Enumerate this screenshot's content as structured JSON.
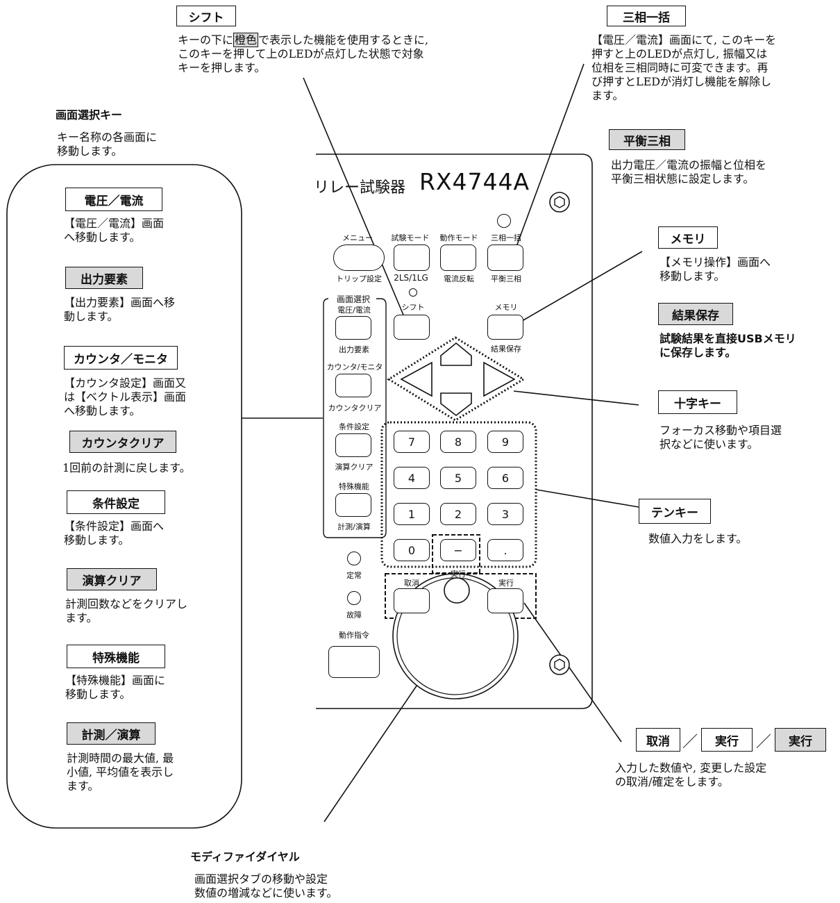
{
  "callouts": {
    "shift": {
      "title": "シフト",
      "desc_pre": "キーの下に",
      "desc_hl": "橙色",
      "desc_post": "で表示した機能を使用するときに,\nこのキーを押して上のLEDが点灯した状態で対象\nキーを押します。"
    },
    "sanso_ikkatsu": {
      "title": "三相一括",
      "desc": "【電圧／電流】画面にて, このキーを\n押すと上のLEDが点灯し, 振幅又は\n位相を三相同時に可変できます。再\nび押すとLEDが消灯し機能を解除し\nます。"
    },
    "heiko_sanso": {
      "title": "平衡三相",
      "desc": "出力電圧／電流の振幅と位相を\n平衡三相状態に設定します。"
    },
    "memory": {
      "title": "メモリ",
      "desc": "【メモリ操作】画面へ\n移動します。"
    },
    "result_save": {
      "title": "結果保存",
      "desc": "試験結果を直接USBメモリ\nに保存します。"
    },
    "cross_key": {
      "title": "十字キー",
      "desc": "フォーカス移動や項目選\n択などに使います。"
    },
    "tenkey": {
      "title": "テンキー",
      "desc": "数値入力をします。"
    },
    "cancel_exec": {
      "cancel": "取消",
      "exec1": "実行",
      "exec2": "実行",
      "sep": "／",
      "desc": "入力した数値や, 変更した設定\nの取消/確定をします。"
    },
    "dial": {
      "title": "モディファイダイヤル",
      "desc": "画面選択タブの移動や設定\n数値の増減などに使います。"
    }
  },
  "screen_select": {
    "heading": "画面選択キー",
    "heading_desc": "キー名称の各画面に\n移動します。",
    "items": [
      {
        "title": "電圧／電流",
        "desc": "【電圧／電流】画面\nへ移動します。",
        "gray": false
      },
      {
        "title": "出力要素",
        "desc": "【出力要素】画面へ移\n動します。",
        "gray": true
      },
      {
        "title": "カウンタ／モニタ",
        "desc": "【カウンタ設定】画面又\nは【ベクトル表示】画面\nへ移動します。",
        "gray": false
      },
      {
        "title": "カウンタクリア",
        "desc": "1回前の計測に戻します。",
        "gray": true
      },
      {
        "title": "条件設定",
        "desc": "【条件設定】画面へ\n移動します。",
        "gray": false
      },
      {
        "title": "演算クリア",
        "desc": "計測回数などをクリアし\nます。",
        "gray": true
      },
      {
        "title": "特殊機能",
        "desc": "【特殊機能】画面に\n移動します。",
        "gray": false
      },
      {
        "title": "計測／演算",
        "desc": "計測時間の最大値, 最\n小値, 平均値を表示し\nます。",
        "gray": true
      }
    ]
  },
  "panel": {
    "title_jp": "リレー試験器",
    "model": "RX4744A",
    "labels": {
      "menu": "メニュー",
      "trip": "トリップ設定",
      "test_mode": "試験モード",
      "ls_lg": "2LS/1LG",
      "op_mode": "動作モード",
      "cur_rev": "電流反転",
      "sanso": "三相一括",
      "heiko": "平衡三相",
      "screen_sel": "画面選択",
      "volt_cur": "電圧/電流",
      "out_elem": "出力要素",
      "counter_mon": "カウンタ/モニタ",
      "counter_clr": "カウンタクリア",
      "cond_set": "条件設定",
      "calc_clr": "演算クリア",
      "special": "特殊機能",
      "meas_calc": "計測/演算",
      "shift": "シフト",
      "memory": "メモリ",
      "save": "結果保存",
      "normal": "定常",
      "fault": "故障",
      "cancel": "取消",
      "exec": "実行",
      "exec_minus": "実行",
      "op_cmd": "動作指令"
    },
    "numpad": [
      "7",
      "8",
      "9",
      "4",
      "5",
      "6",
      "1",
      "2",
      "3",
      "0",
      "−",
      "."
    ]
  }
}
